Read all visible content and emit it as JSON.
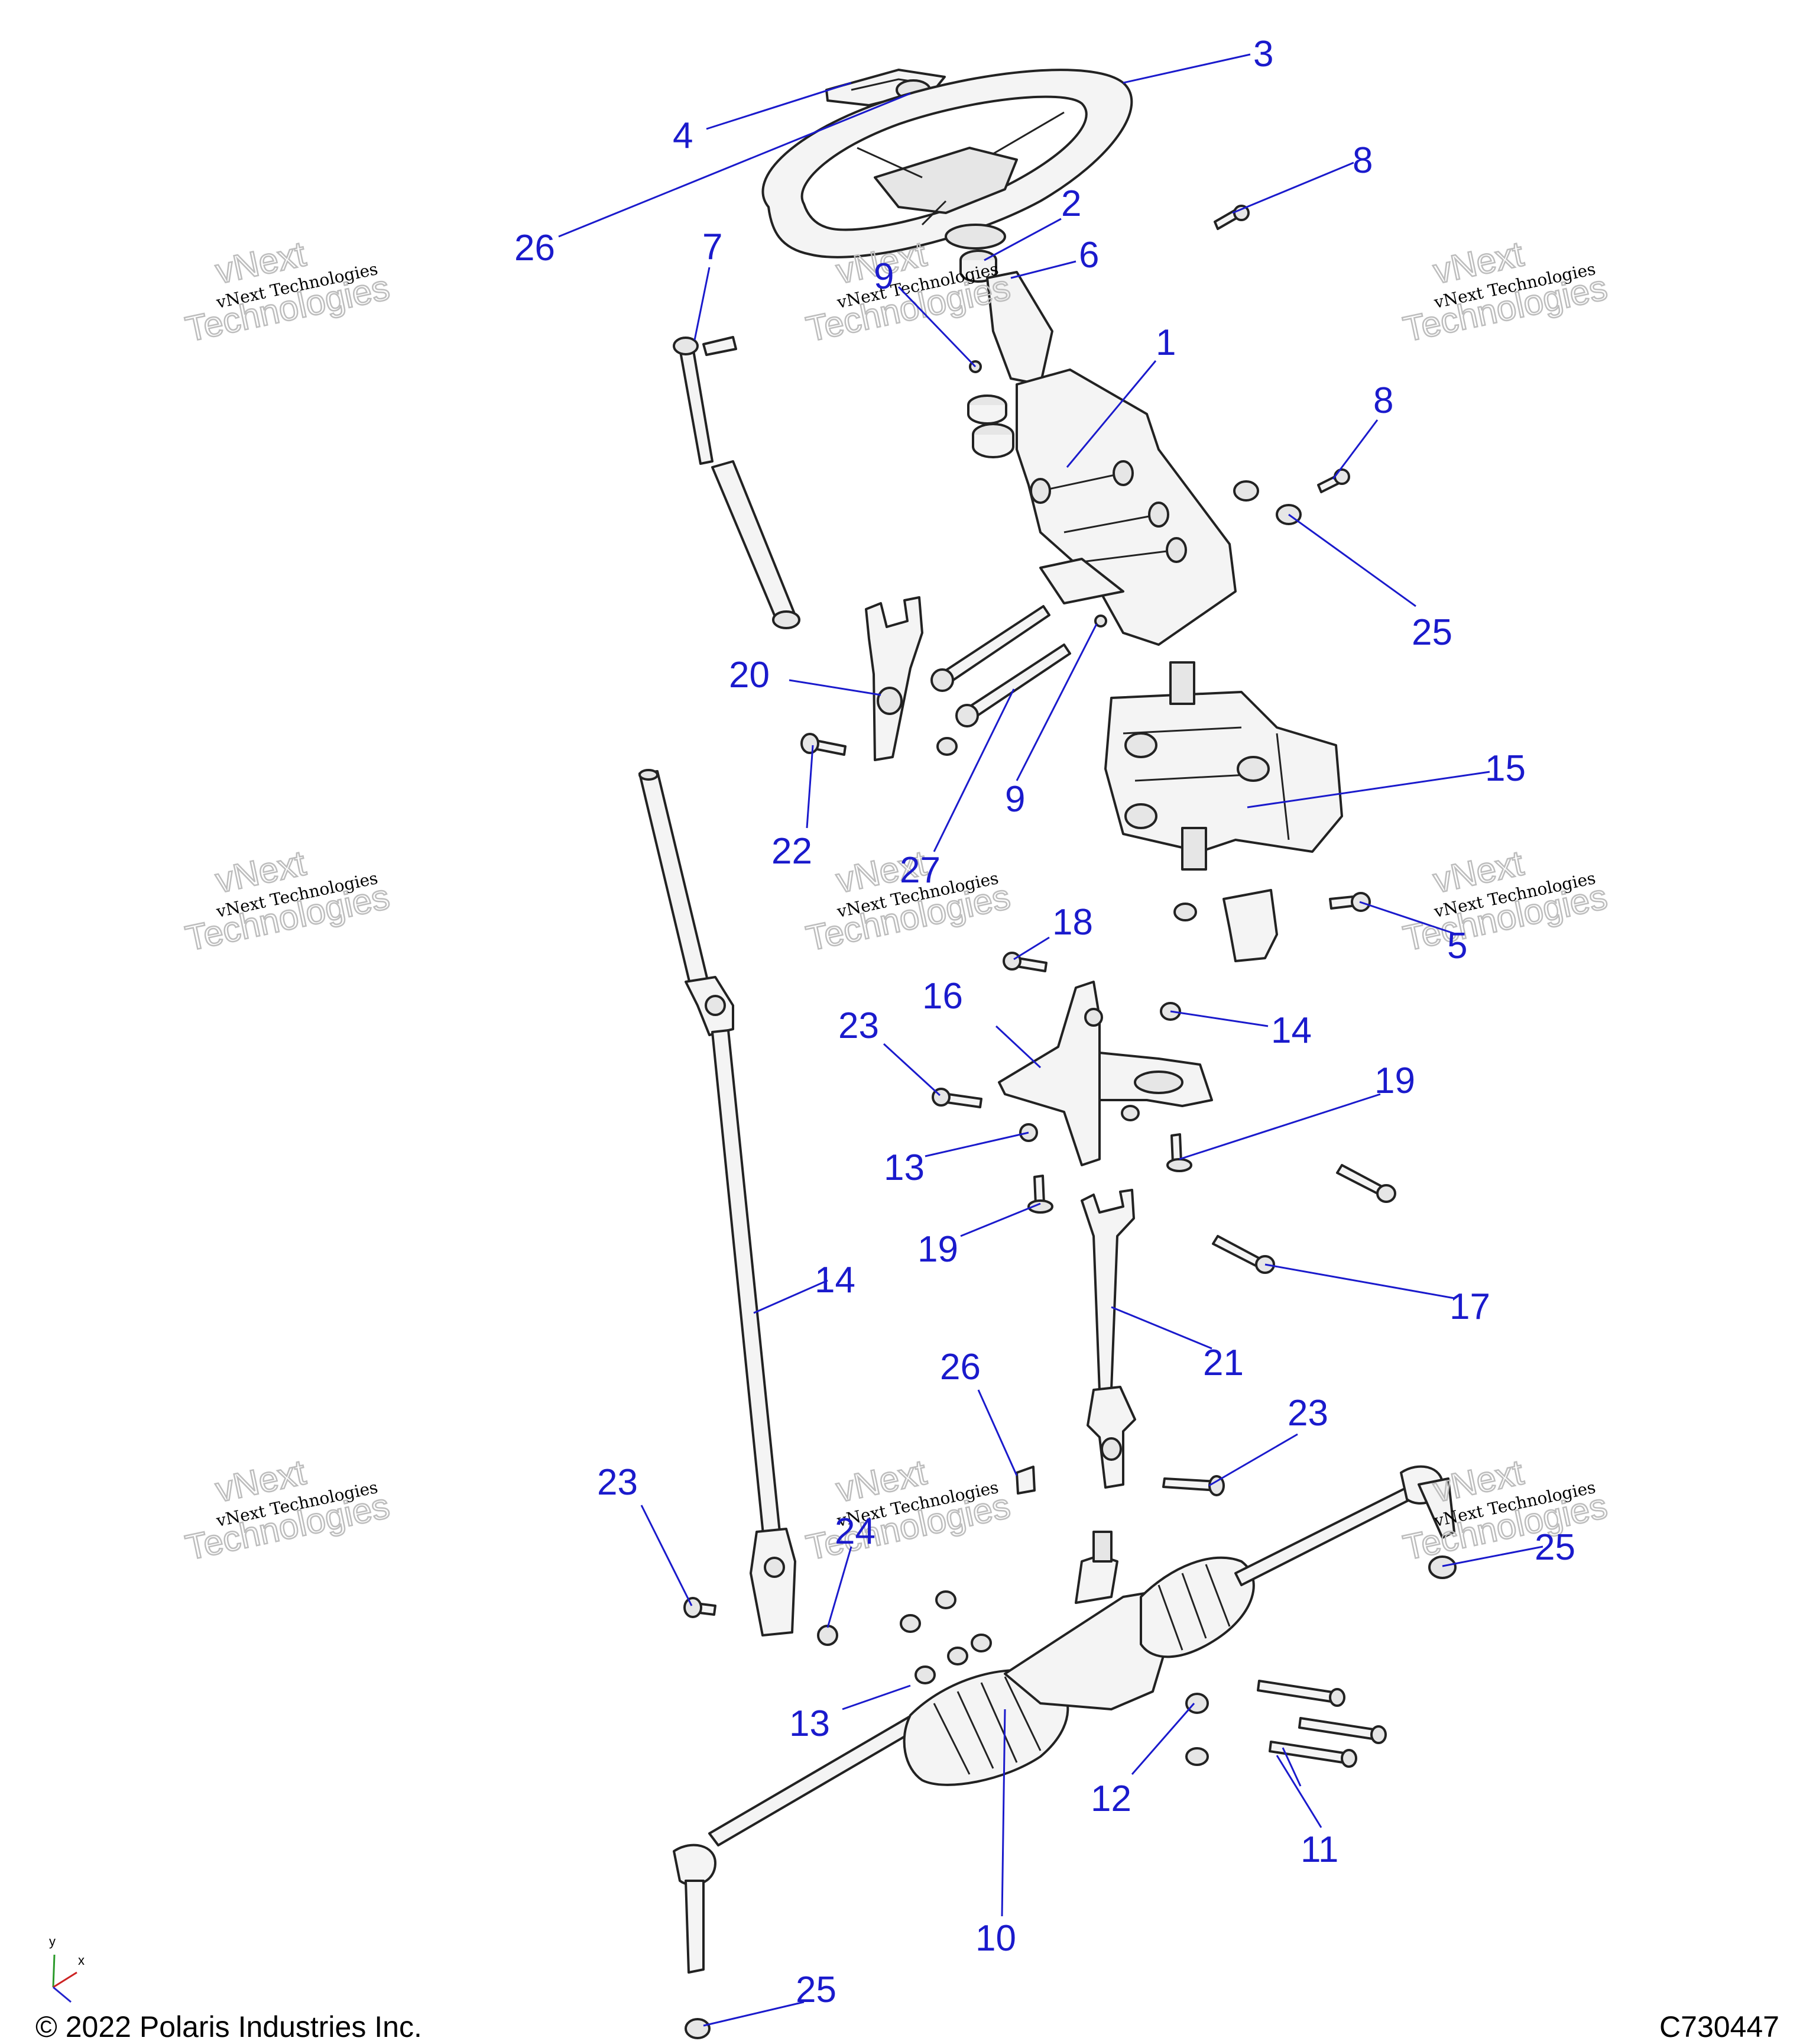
{
  "footer": {
    "copyright": "© 2022 Polaris Industries Inc.",
    "figure_id": "C730447"
  },
  "watermark": {
    "line1": "vNext Technologies",
    "ghost1": "vNext",
    "ghost2": "Technologies"
  },
  "axis_triad": {
    "x": "x",
    "y": "y"
  },
  "callouts": {
    "c1": "1",
    "c2": "2",
    "c3": "3",
    "c4": "4",
    "c5": "5",
    "c6": "6",
    "c7": "7",
    "c8a": "8",
    "c8b": "8",
    "c9a": "9",
    "c9b": "9",
    "c10": "10",
    "c11": "11",
    "c12": "12",
    "c13a": "13",
    "c13b": "13",
    "c14a": "14",
    "c14b": "14",
    "c15": "15",
    "c16": "16",
    "c17": "17",
    "c18": "18",
    "c19a": "19",
    "c19b": "19",
    "c20": "20",
    "c21": "21",
    "c22": "22",
    "c23a": "23",
    "c23b": "23",
    "c23c": "23",
    "c24": "24",
    "c25a": "25",
    "c25b": "25",
    "c25c": "25",
    "c26a": "26",
    "c26b": "26",
    "c27": "27"
  }
}
